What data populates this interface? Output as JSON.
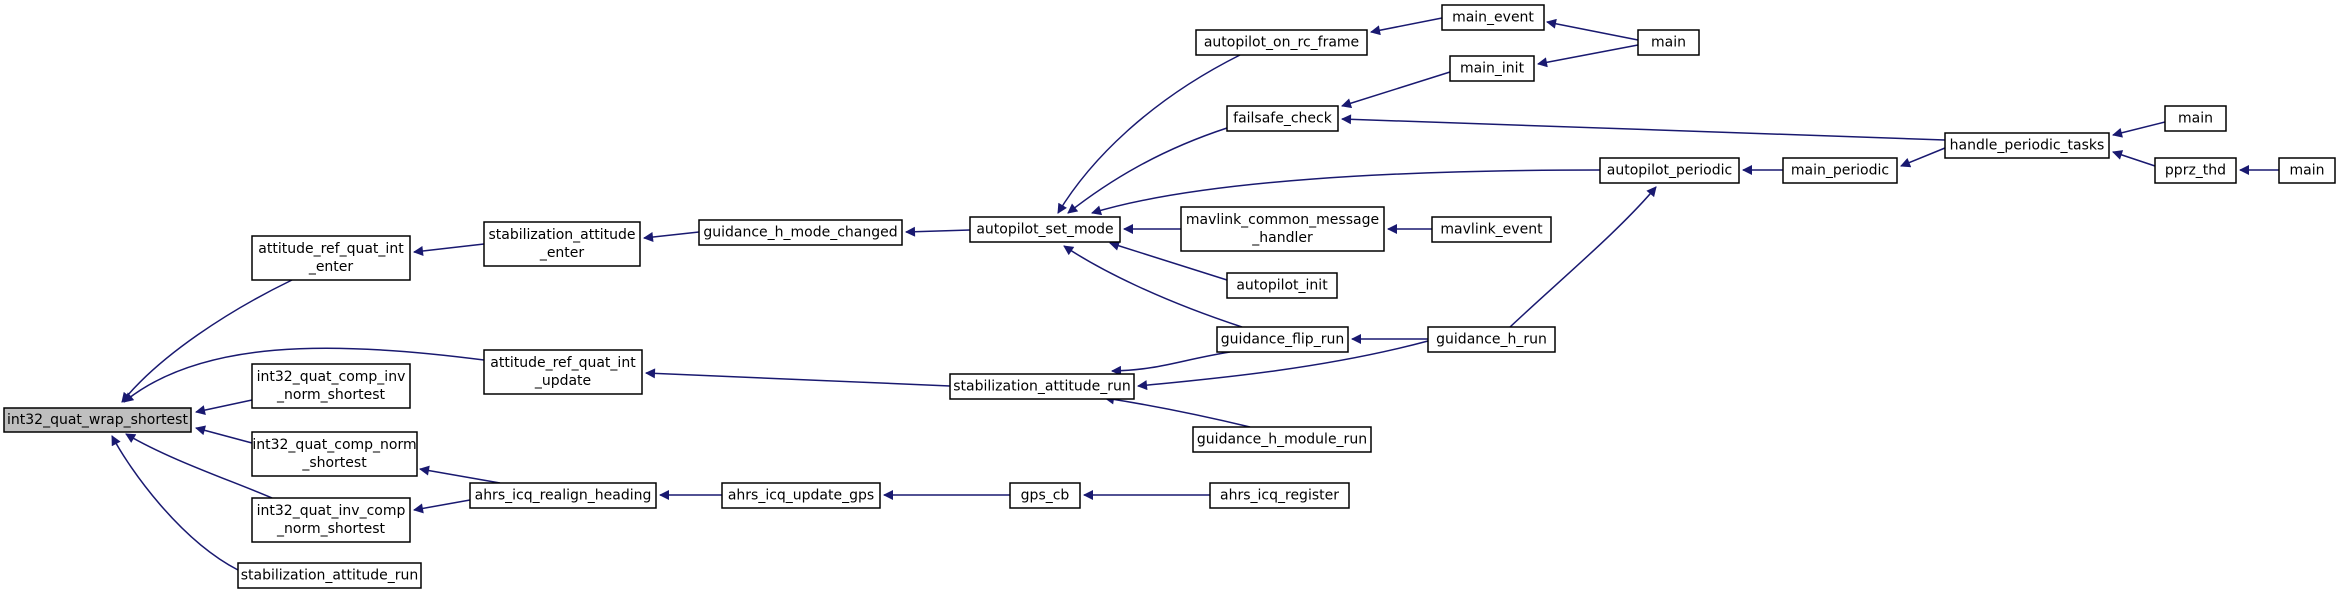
{
  "diagram": {
    "colors": {
      "edge": "#191970",
      "node_border": "#000000",
      "root_fill": "#bfbfbf",
      "node_fill": "#ffffff"
    },
    "nodes": [
      {
        "id": "n_int32_quat_wrap_shortest",
        "lines": [
          "int32_quat_wrap_shortest"
        ],
        "root": true
      },
      {
        "id": "n_attitude_ref_quat_int_enter",
        "lines": [
          "attitude_ref_quat_int",
          "_enter"
        ]
      },
      {
        "id": "n_attitude_ref_quat_int_update",
        "lines": [
          "attitude_ref_quat_int",
          "_update"
        ]
      },
      {
        "id": "n_int32_quat_comp_inv_norm_shortest",
        "lines": [
          "int32_quat_comp_inv",
          "_norm_shortest"
        ]
      },
      {
        "id": "n_int32_quat_comp_norm_shortest",
        "lines": [
          "int32_quat_comp_norm",
          "_shortest"
        ]
      },
      {
        "id": "n_int32_quat_inv_comp_norm_shortest",
        "lines": [
          "int32_quat_inv_comp",
          "_norm_shortest"
        ]
      },
      {
        "id": "n_stabilization_attitude_run_a",
        "lines": [
          "stabilization_attitude_run"
        ]
      },
      {
        "id": "n_stabilization_attitude_enter",
        "lines": [
          "stabilization_attitude",
          "_enter"
        ]
      },
      {
        "id": "n_ahrs_icq_realign_heading",
        "lines": [
          "ahrs_icq_realign_heading"
        ]
      },
      {
        "id": "n_guidance_h_mode_changed",
        "lines": [
          "guidance_h_mode_changed"
        ]
      },
      {
        "id": "n_stabilization_attitude_run_b",
        "lines": [
          "stabilization_attitude_run"
        ]
      },
      {
        "id": "n_ahrs_icq_update_gps",
        "lines": [
          "ahrs_icq_update_gps"
        ]
      },
      {
        "id": "n_autopilot_set_mode",
        "lines": [
          "autopilot_set_mode"
        ]
      },
      {
        "id": "n_gps_cb",
        "lines": [
          "gps_cb"
        ]
      },
      {
        "id": "n_autopilot_on_rc_frame",
        "lines": [
          "autopilot_on_rc_frame"
        ]
      },
      {
        "id": "n_failsafe_check",
        "lines": [
          "failsafe_check"
        ]
      },
      {
        "id": "n_mavlink_common_message_handler",
        "lines": [
          "mavlink_common_message",
          "_handler"
        ]
      },
      {
        "id": "n_autopilot_init",
        "lines": [
          "autopilot_init"
        ]
      },
      {
        "id": "n_guidance_flip_run",
        "lines": [
          "guidance_flip_run"
        ]
      },
      {
        "id": "n_guidance_h_module_run",
        "lines": [
          "guidance_h_module_run"
        ]
      },
      {
        "id": "n_ahrs_icq_register",
        "lines": [
          "ahrs_icq_register"
        ]
      },
      {
        "id": "n_main_event",
        "lines": [
          "main_event"
        ]
      },
      {
        "id": "n_main_init",
        "lines": [
          "main_init"
        ]
      },
      {
        "id": "n_mavlink_event",
        "lines": [
          "mavlink_event"
        ]
      },
      {
        "id": "n_guidance_h_run",
        "lines": [
          "guidance_h_run"
        ]
      },
      {
        "id": "n_autopilot_periodic",
        "lines": [
          "autopilot_periodic"
        ]
      },
      {
        "id": "n_main_a",
        "lines": [
          "main"
        ]
      },
      {
        "id": "n_main_periodic",
        "lines": [
          "main_periodic"
        ]
      },
      {
        "id": "n_handle_periodic_tasks",
        "lines": [
          "handle_periodic_tasks"
        ]
      },
      {
        "id": "n_main_b",
        "lines": [
          "main"
        ]
      },
      {
        "id": "n_pprz_thd",
        "lines": [
          "pprz_thd"
        ]
      },
      {
        "id": "n_main_c",
        "lines": [
          "main"
        ]
      }
    ],
    "edges": [
      {
        "from": "n_attitude_ref_quat_int_enter",
        "to": "n_int32_quat_wrap_shortest"
      },
      {
        "from": "n_attitude_ref_quat_int_update",
        "to": "n_int32_quat_wrap_shortest"
      },
      {
        "from": "n_int32_quat_comp_inv_norm_shortest",
        "to": "n_int32_quat_wrap_shortest"
      },
      {
        "from": "n_int32_quat_comp_norm_shortest",
        "to": "n_int32_quat_wrap_shortest"
      },
      {
        "from": "n_int32_quat_inv_comp_norm_shortest",
        "to": "n_int32_quat_wrap_shortest"
      },
      {
        "from": "n_stabilization_attitude_run_a",
        "to": "n_int32_quat_wrap_shortest"
      },
      {
        "from": "n_stabilization_attitude_enter",
        "to": "n_attitude_ref_quat_int_enter"
      },
      {
        "from": "n_guidance_h_mode_changed",
        "to": "n_stabilization_attitude_enter"
      },
      {
        "from": "n_autopilot_set_mode",
        "to": "n_guidance_h_mode_changed"
      },
      {
        "from": "n_autopilot_on_rc_frame",
        "to": "n_autopilot_set_mode"
      },
      {
        "from": "n_failsafe_check",
        "to": "n_autopilot_set_mode"
      },
      {
        "from": "n_autopilot_periodic",
        "to": "n_autopilot_set_mode"
      },
      {
        "from": "n_mavlink_common_message_handler",
        "to": "n_autopilot_set_mode"
      },
      {
        "from": "n_autopilot_init",
        "to": "n_autopilot_set_mode"
      },
      {
        "from": "n_guidance_flip_run",
        "to": "n_autopilot_set_mode"
      },
      {
        "from": "n_main_event",
        "to": "n_autopilot_on_rc_frame"
      },
      {
        "from": "n_main_a",
        "to": "n_main_event"
      },
      {
        "from": "n_main_init",
        "to": "n_failsafe_check"
      },
      {
        "from": "n_main_a",
        "to": "n_main_init"
      },
      {
        "from": "n_handle_periodic_tasks",
        "to": "n_failsafe_check"
      },
      {
        "from": "n_main_periodic",
        "to": "n_autopilot_periodic"
      },
      {
        "from": "n_handle_periodic_tasks",
        "to": "n_main_periodic"
      },
      {
        "from": "n_main_b",
        "to": "n_handle_periodic_tasks"
      },
      {
        "from": "n_pprz_thd",
        "to": "n_handle_periodic_tasks"
      },
      {
        "from": "n_main_c",
        "to": "n_pprz_thd"
      },
      {
        "from": "n_mavlink_event",
        "to": "n_mavlink_common_message_handler"
      },
      {
        "from": "n_guidance_h_run",
        "to": "n_autopilot_periodic"
      },
      {
        "from": "n_guidance_h_run",
        "to": "n_guidance_flip_run"
      },
      {
        "from": "n_guidance_flip_run",
        "to": "n_stabilization_attitude_run_b"
      },
      {
        "from": "n_guidance_h_run",
        "to": "n_stabilization_attitude_run_b"
      },
      {
        "from": "n_guidance_h_module_run",
        "to": "n_stabilization_attitude_run_b"
      },
      {
        "from": "n_stabilization_attitude_run_b",
        "to": "n_attitude_ref_quat_int_update"
      },
      {
        "from": "n_ahrs_icq_realign_heading",
        "to": "n_int32_quat_comp_norm_shortest"
      },
      {
        "from": "n_ahrs_icq_realign_heading",
        "to": "n_int32_quat_inv_comp_norm_shortest"
      },
      {
        "from": "n_ahrs_icq_update_gps",
        "to": "n_ahrs_icq_realign_heading"
      },
      {
        "from": "n_gps_cb",
        "to": "n_ahrs_icq_update_gps"
      },
      {
        "from": "n_ahrs_icq_register",
        "to": "n_gps_cb"
      }
    ]
  }
}
